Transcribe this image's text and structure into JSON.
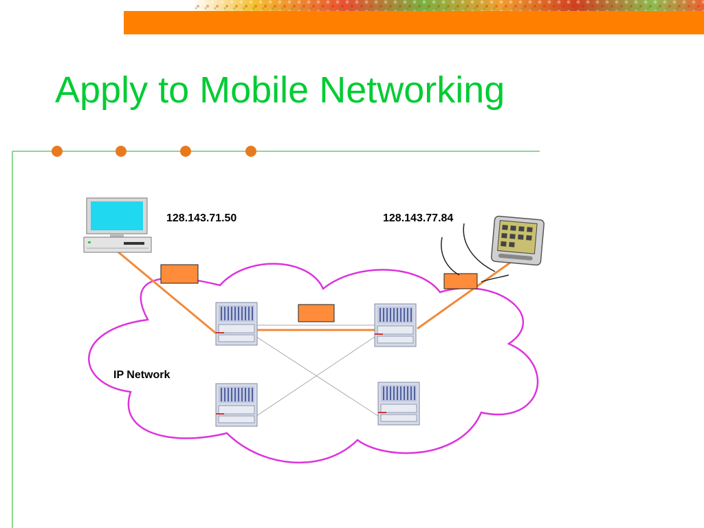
{
  "slide": {
    "title": "Apply to Mobile Networking"
  },
  "diagram": {
    "cloud_label": "IP Network",
    "host_fixed_ip": "128.143.71.50",
    "host_mobile_ip": "128.143.77.84"
  },
  "colors": {
    "title": "#00cc33",
    "accent_bar": "#ff8000",
    "frame_line": "#66cc66",
    "bullet_dots": "#e87a1e",
    "cloud_outline": "#dd33dd",
    "links": "#f08a3a",
    "packet": "#ff8c3a"
  },
  "icons": {
    "desktop": "desktop-computer-icon",
    "pda": "pda-handheld-icon",
    "router": "router-rack-icon"
  }
}
